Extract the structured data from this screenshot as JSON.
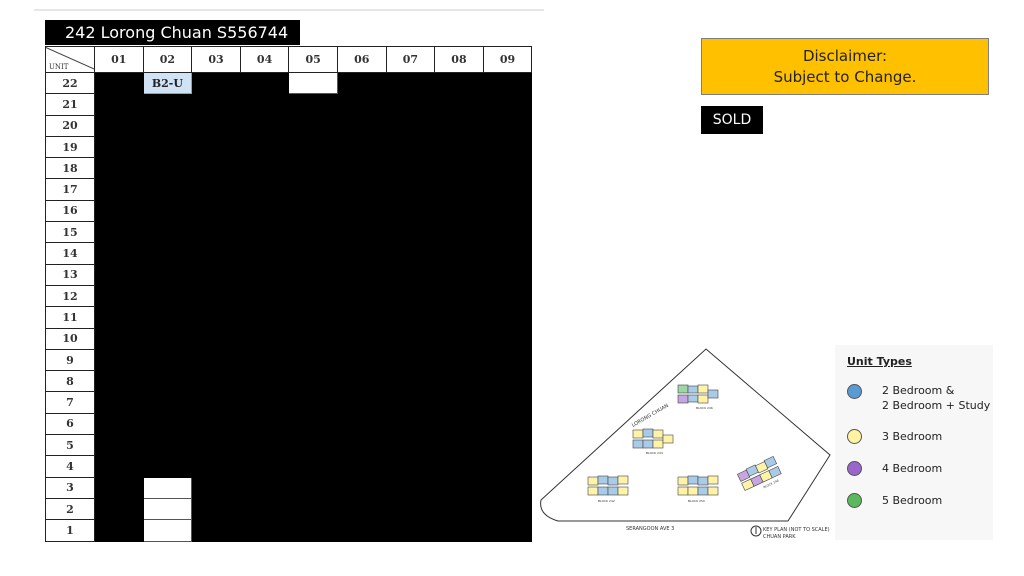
{
  "title": "242 Lorong Chuan S556744",
  "grid": {
    "corner_label": "UNIT",
    "columns": [
      "01",
      "02",
      "03",
      "04",
      "05",
      "06",
      "07",
      "08",
      "09"
    ],
    "floors": [
      "22",
      "21",
      "20",
      "19",
      "18",
      "17",
      "16",
      "15",
      "14",
      "13",
      "12",
      "11",
      "10",
      "9",
      "8",
      "7",
      "6",
      "5",
      "4",
      "3",
      "2",
      "1"
    ],
    "available_units": [
      {
        "floor": "22",
        "unit": "02",
        "label": "B2-U",
        "status": "2 Bedroom & 2 Bedroom + Study"
      },
      {
        "floor": "22",
        "unit": "05",
        "label": "",
        "status": "available"
      },
      {
        "floor": "3",
        "unit": "02",
        "label": "",
        "status": "available"
      },
      {
        "floor": "2",
        "unit": "02",
        "label": "",
        "status": "available"
      },
      {
        "floor": "1",
        "unit": "02",
        "label": "",
        "status": "available"
      }
    ],
    "sold_color": "#000000"
  },
  "disclaimer": {
    "line1": "Disclaimer:",
    "line2": "Subject to Change."
  },
  "sold_label": "SOLD",
  "keyplan": {
    "road_left": "LORONG CHUAN",
    "road_bottom": "SERANGOON AVE 3",
    "caption_line1": "KEY PLAN (NOT TO SCALE)",
    "caption_line2": "CHUAN PARK",
    "blocks": [
      "BLOCK 246",
      "BLOCK 244",
      "BLOCK 242",
      "BLOCK 250",
      "BLOCK 248"
    ]
  },
  "legend": {
    "title": "Unit Types",
    "items": [
      {
        "label1": "2 Bedroom &",
        "label2": "2 Bedroom + Study",
        "color": "#5b9bd5"
      },
      {
        "label1": "3 Bedroom",
        "label2": "",
        "color": "#fff2a0"
      },
      {
        "label1": "4 Bedroom",
        "label2": "",
        "color": "#9966cc"
      },
      {
        "label1": "5 Bedroom",
        "label2": "",
        "color": "#5cb85c"
      }
    ]
  }
}
